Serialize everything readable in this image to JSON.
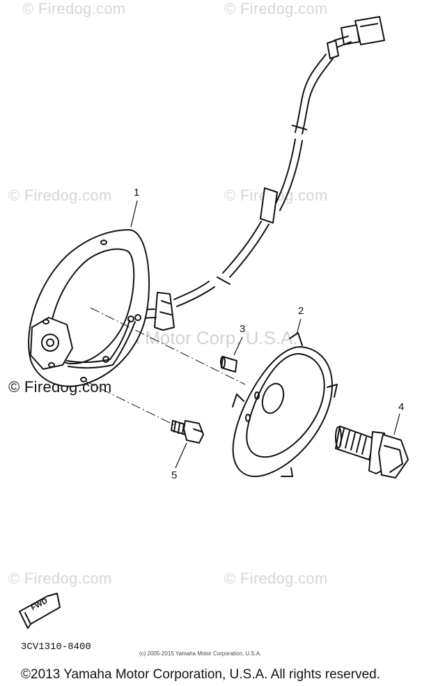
{
  "watermarks": {
    "brand": "© Firedog.com",
    "center": "Yamaha Motor Corp, U.S.A."
  },
  "callouts": [
    "1",
    "2",
    "3",
    "4",
    "5"
  ],
  "fwd_label": "FWD",
  "diagram_code": "3CV1310-8400",
  "small_copyright": "(c) 2005-2015 Yamaha Motor Corporation, U.S.A.",
  "footer_copyright": "©2013 Yamaha Motor Corporation, U.S.A. All rights reserved."
}
